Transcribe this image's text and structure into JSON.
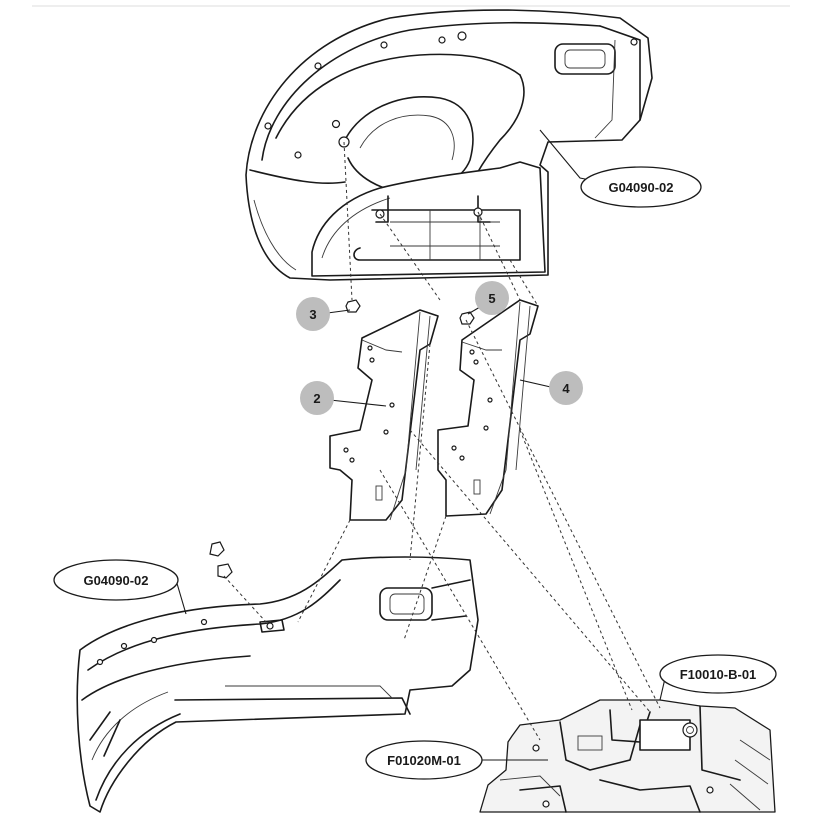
{
  "part_tags": {
    "fender_upper": "G04090-02",
    "fender_lower": "G04090-02",
    "housing_right": "F10010-B-01",
    "housing_left": "F01020M-01"
  },
  "callouts": {
    "c2": "2",
    "c3": "3",
    "c4": "4",
    "c5": "5"
  }
}
